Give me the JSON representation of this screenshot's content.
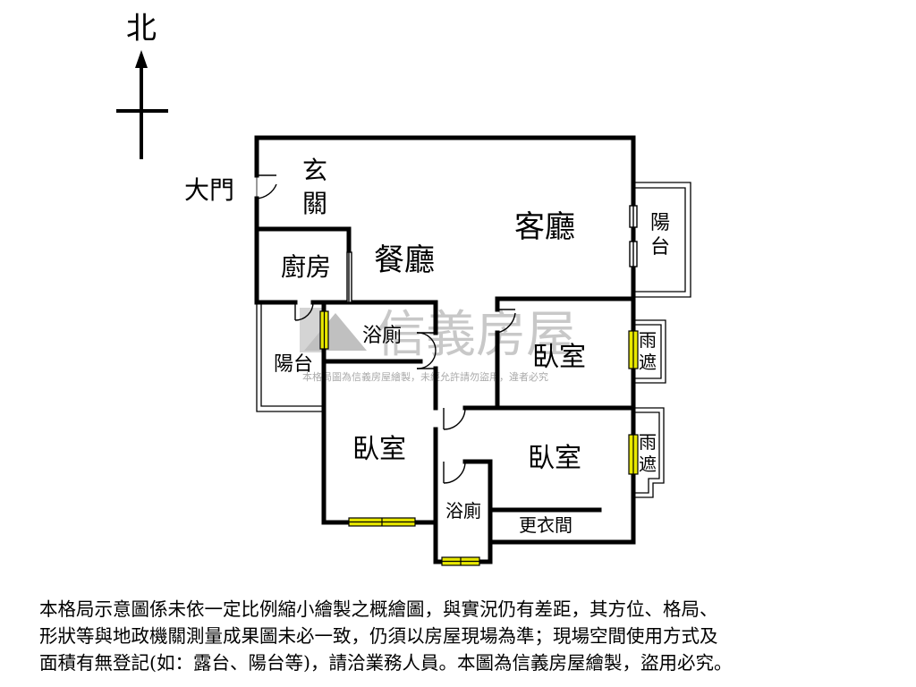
{
  "compass": {
    "north": "北"
  },
  "rooms": {
    "entrance_door": "大門",
    "foyer_1": "玄",
    "foyer_2": "關",
    "living_room": "客廳",
    "dining_room": "餐廳",
    "kitchen": "廚房",
    "balcony_east_1": "陽",
    "balcony_east_2": "台",
    "balcony_west": "陽台",
    "bathroom_1": "浴廁",
    "bathroom_2": "浴廁",
    "bedroom_ne": "臥室",
    "bedroom_sw": "臥室",
    "bedroom_se": "臥室",
    "awning_1_a": "雨",
    "awning_1_b": "遮",
    "awning_2_a": "雨",
    "awning_2_b": "遮",
    "walk_in_closet": "更衣間"
  },
  "watermark": {
    "brand": "信義房屋",
    "notice": "本格局圖為信義房屋繪製，未經允許請勿盜用，違者必究"
  },
  "disclaimer": {
    "line1": "本格局示意圖係未依一定比例縮小繪製之概繪圖，與實況仍有差距，其方位、格局、",
    "line2": "形狀等與地政機關測量成果圖未必一致，仍須以房屋現場為準；現場空間使用方式及",
    "line3": "面積有無登記(如：露台、陽台等)，請洽業務人員。本圖為信義房屋繪製，盜用必究。"
  },
  "colors": {
    "wall": "#000000",
    "window": "#e8e800",
    "watermark": "#c8c8c8",
    "background": "#ffffff"
  }
}
